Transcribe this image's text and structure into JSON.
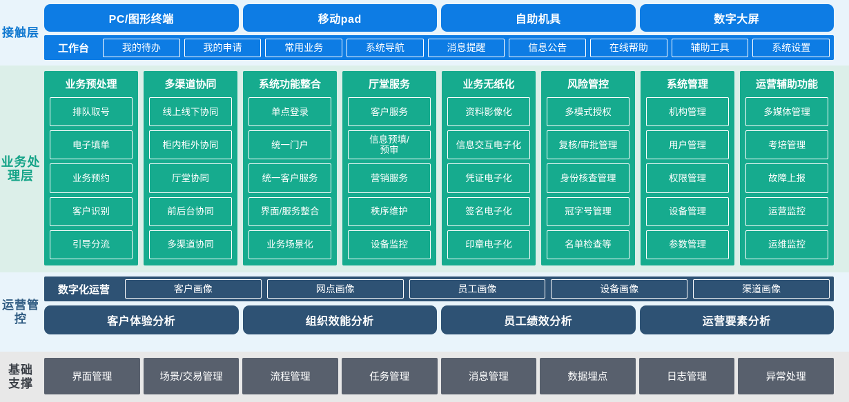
{
  "layers": {
    "contact": {
      "label": "接触层",
      "accent": "#0d7ce4",
      "background": "#e9f4fb",
      "channels": [
        "PC/图形终端",
        "移动pad",
        "自助机具",
        "数字大屏"
      ],
      "workbench_title": "工作台",
      "workbench_items": [
        "我的待办",
        "我的申请",
        "常用业务",
        "系统导航",
        "消息提醒",
        "信息公告",
        "在线帮助",
        "辅助工具",
        "系统设置"
      ]
    },
    "business": {
      "label": "业务处理层",
      "accent": "#16ab8e",
      "background": "#dcefe9",
      "columns": [
        {
          "title": "业务预处理",
          "items": [
            "排队取号",
            "电子填单",
            "业务预约",
            "客户识别",
            "引导分流"
          ]
        },
        {
          "title": "多渠道协同",
          "items": [
            "线上线下协同",
            "柜内柜外协同",
            "厅堂协同",
            "前后台协同",
            "多渠道协同"
          ]
        },
        {
          "title": "系统功能整合",
          "items": [
            "单点登录",
            "统一门户",
            "统一客户服务",
            "界面/服务整合",
            "业务场景化"
          ]
        },
        {
          "title": "厅堂服务",
          "items": [
            "客户服务",
            "信息预填/\n预审",
            "营销服务",
            "秩序维护",
            "设备监控"
          ]
        },
        {
          "title": "业务无纸化",
          "items": [
            "资料影像化",
            "信息交互电子化",
            "凭证电子化",
            "签名电子化",
            "印章电子化"
          ]
        },
        {
          "title": "风险管控",
          "items": [
            "多模式授权",
            "复核/审批管理",
            "身份核查管理",
            "冠字号管理",
            "名单检查等"
          ]
        },
        {
          "title": "系统管理",
          "items": [
            "机构管理",
            "用户管理",
            "权限管理",
            "设备管理",
            "参数管理"
          ]
        },
        {
          "title": "运营辅助功能",
          "items": [
            "多媒体管理",
            "考培管理",
            "故障上报",
            "运营监控",
            "运维监控"
          ]
        }
      ]
    },
    "operations": {
      "label": "运营管控",
      "accent": "#2e5274",
      "background": "#e9f4fb",
      "portrait_title": "数字化运营",
      "portrait_items": [
        "客户画像",
        "网点画像",
        "员工画像",
        "设备画像",
        "渠道画像"
      ],
      "analysis_items": [
        "客户体验分析",
        "组织效能分析",
        "员工绩效分析",
        "运营要素分析"
      ]
    },
    "foundation": {
      "label": "基础支撑",
      "label_lines": [
        "基础",
        "支撑"
      ],
      "accent": "#58606d",
      "background": "#e8e8e8",
      "items": [
        "界面管理",
        "场景/交易管理",
        "流程管理",
        "任务管理",
        "消息管理",
        "数据埋点",
        "日志管理",
        "异常处理"
      ]
    }
  }
}
